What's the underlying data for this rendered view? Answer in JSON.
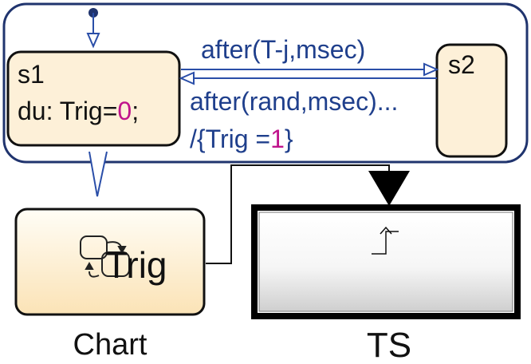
{
  "chart_zoom": {
    "state1": {
      "name": "s1",
      "action_prefix": "du: Trig=",
      "action_value": "0",
      "action_suffix": ";"
    },
    "state2": {
      "name": "s2"
    },
    "transition_forward": {
      "label": "after(T-j,msec)"
    },
    "transition_back": {
      "label_line1": "after(rand,msec)...",
      "label_line2_prefix": "/{Trig =",
      "label_line2_value": "1",
      "label_line2_suffix": "}"
    }
  },
  "chart_block": {
    "inner_text": "Trig",
    "caption": "Chart",
    "icon": "stateflow-icon"
  },
  "ts_block": {
    "caption": "TS",
    "icon": "rising-edge-trigger-icon"
  },
  "colors": {
    "text_blue": "#1f3f8c",
    "value_magenta": "#c0148c",
    "state_fill": "#fdf0d8",
    "frame_blue": "#20346e"
  }
}
